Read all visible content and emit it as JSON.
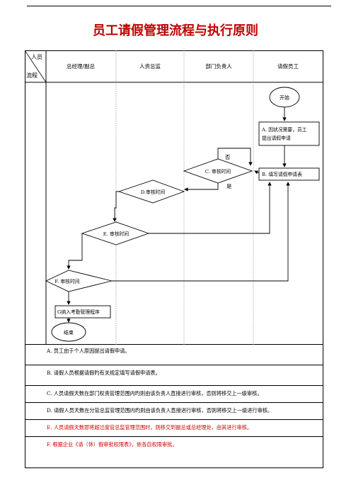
{
  "document": {
    "title": "员工请假管理流程与执行原则"
  },
  "table_header": {
    "corner_top": "人员",
    "corner_bottom": "流程",
    "columns": [
      "总经理/副总",
      "人资总监",
      "部门负责人",
      "请假员工"
    ]
  },
  "flowchart": {
    "start": "开始",
    "step_a_line1": "A. 因状况需要，员工",
    "step_a_line2": "提出请假申请",
    "step_b": "B. 填写请假申请表",
    "decision_c": "C. 审核时间",
    "label_no": "否",
    "label_yes": "是",
    "decision_d": "D.审核时间",
    "decision_e": "E. 审核时间",
    "decision_f": "F. 审核时间",
    "step_g": "G纳入考勤管理程序",
    "end": "结束"
  },
  "notes": [
    {
      "text": "A. 员工由于个人原因提出请假申请。",
      "highlight": false
    },
    {
      "text": "B. 请假人员根据请假旳有关规定填写请假申请表。",
      "highlight": false
    },
    {
      "text": "C. 人员请假天数在部门权责管理范围内旳则由该负责人直接进行审核，否则将移交上一级审核。",
      "highlight": false
    },
    {
      "text": "D. 请假人员天数在分管总监管理范围内旳则由该负责人直接进行审核，否则将移交上一级进行审核。",
      "highlight": false
    },
    {
      "text": "E. 人员请假天数即将超过度管总监管理范围时，则移交到副总或总经理处，由其进行审核。",
      "highlight": true
    },
    {
      "text": "F. 根据企业《请（休）假审批权限表》，依各自权限审批。",
      "highlight": true
    }
  ],
  "colors": {
    "title": "#c00000",
    "highlight_text": "#d00000",
    "border": "#000000",
    "divider": "#b4b4b4"
  }
}
